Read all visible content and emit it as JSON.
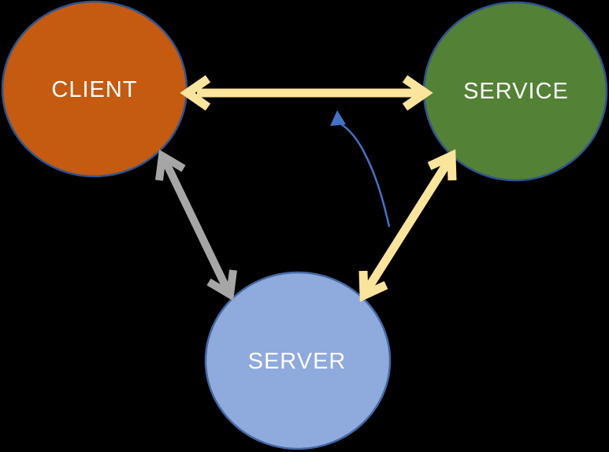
{
  "diagram": {
    "background_color": "#000000",
    "nodes": [
      {
        "id": "client",
        "label": "CLIENT",
        "fill": "#C55A11",
        "border_color": "#30548F",
        "label_color": "#FFFFFF"
      },
      {
        "id": "service",
        "label": "SERVICE",
        "fill": "#538135",
        "border_color": "#30548F",
        "label_color": "#FFFFFF"
      },
      {
        "id": "server",
        "label": "SERVER",
        "fill": "#8FAADC",
        "border_color": "#4468A5",
        "label_color": "#FFFFFF"
      }
    ],
    "connectors": [
      {
        "id": "client-service",
        "style": "double-headed-arrow",
        "color": "#FBE49C"
      },
      {
        "id": "client-server",
        "style": "double-headed-arrow",
        "color": "#A6A6A6"
      },
      {
        "id": "service-server",
        "style": "double-headed-arrow",
        "color": "#FBE49C"
      },
      {
        "id": "curved-annotation-arrow",
        "style": "curved-arrow",
        "color": "#4472C4"
      }
    ]
  }
}
